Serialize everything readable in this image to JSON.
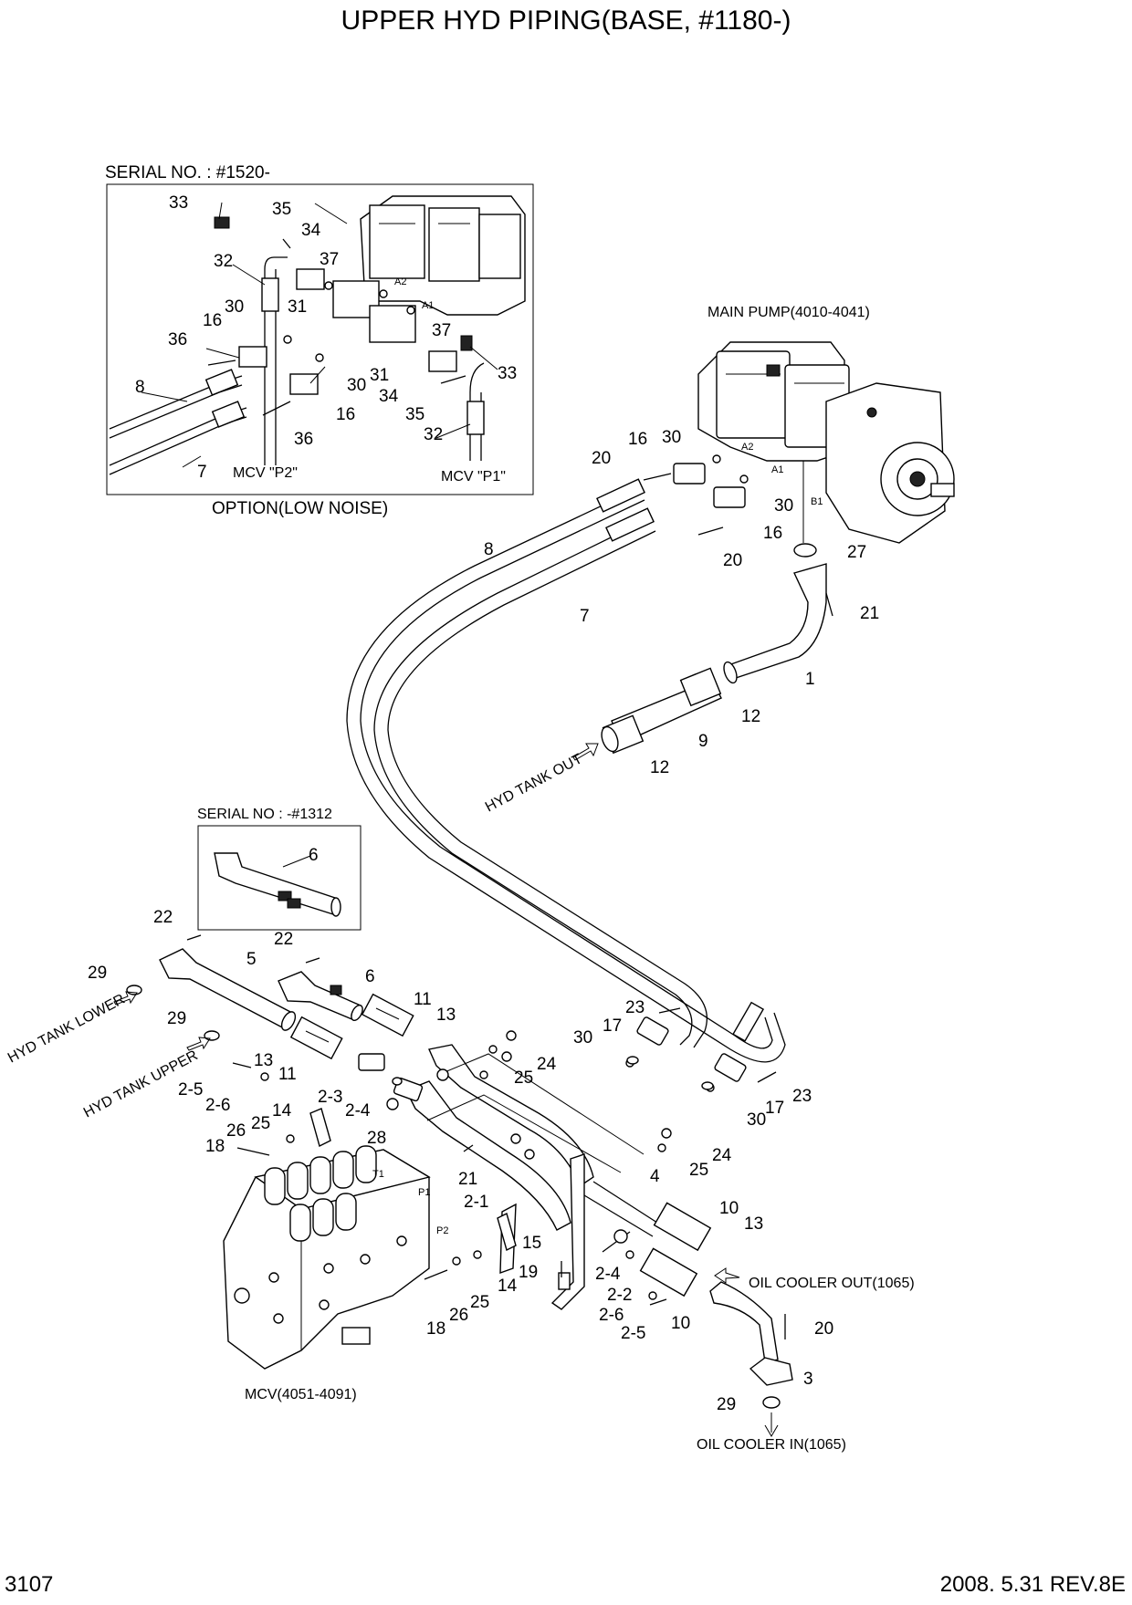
{
  "title": "UPPER HYD PIPING(BASE,  #1180-)",
  "footer": {
    "page_number": "3107",
    "revision": "2008. 5.31  REV.8E"
  },
  "inset_top": {
    "serial": "SERIAL NO. : #1520-",
    "caption": "OPTION(LOW NOISE)",
    "mcv_p2": "MCV \"P2\"",
    "mcv_p1": "MCV \"P1\"",
    "port_a2": "A2",
    "port_a1": "A1"
  },
  "inset_mid": {
    "serial": "SERIAL NO : -#1312"
  },
  "components": {
    "main_pump": "MAIN PUMP(4010-4041)",
    "mcv": "MCV(4051-4091)",
    "hyd_tank_out": "HYD TANK OUT",
    "hyd_tank_lower": "HYD TANK LOWER",
    "hyd_tank_upper": "HYD TANK UPPER",
    "oil_cooler_out": "OIL COOLER OUT(1065)",
    "oil_cooler_in": "OIL COOLER IN(1065)",
    "port_a2": "A2",
    "port_a1": "A1",
    "port_b1": "B1",
    "port_t1": "T1",
    "port_p1": "P1",
    "port_p2": "P2"
  },
  "callouts": [
    "33",
    "35",
    "34",
    "32",
    "37",
    "31",
    "30",
    "16",
    "36",
    "8",
    "37",
    "31",
    "30",
    "33",
    "34",
    "35",
    "16",
    "36",
    "32",
    "7",
    "16",
    "30",
    "20",
    "30",
    "16",
    "20",
    "27",
    "21",
    "8",
    "7",
    "1",
    "12",
    "9",
    "12",
    "6",
    "22",
    "22",
    "5",
    "6",
    "29",
    "29",
    "11",
    "13",
    "23",
    "17",
    "30",
    "13",
    "11",
    "24",
    "25",
    "2-5",
    "2-6",
    "2-3",
    "14",
    "2-4",
    "25",
    "26",
    "18",
    "28",
    "21",
    "2-1",
    "23",
    "17",
    "30",
    "24",
    "25",
    "4",
    "10",
    "13",
    "15",
    "19",
    "2-4",
    "14",
    "2-2",
    "2-6",
    "2-5",
    "10",
    "18",
    "26",
    "25",
    "20",
    "3",
    "29"
  ]
}
